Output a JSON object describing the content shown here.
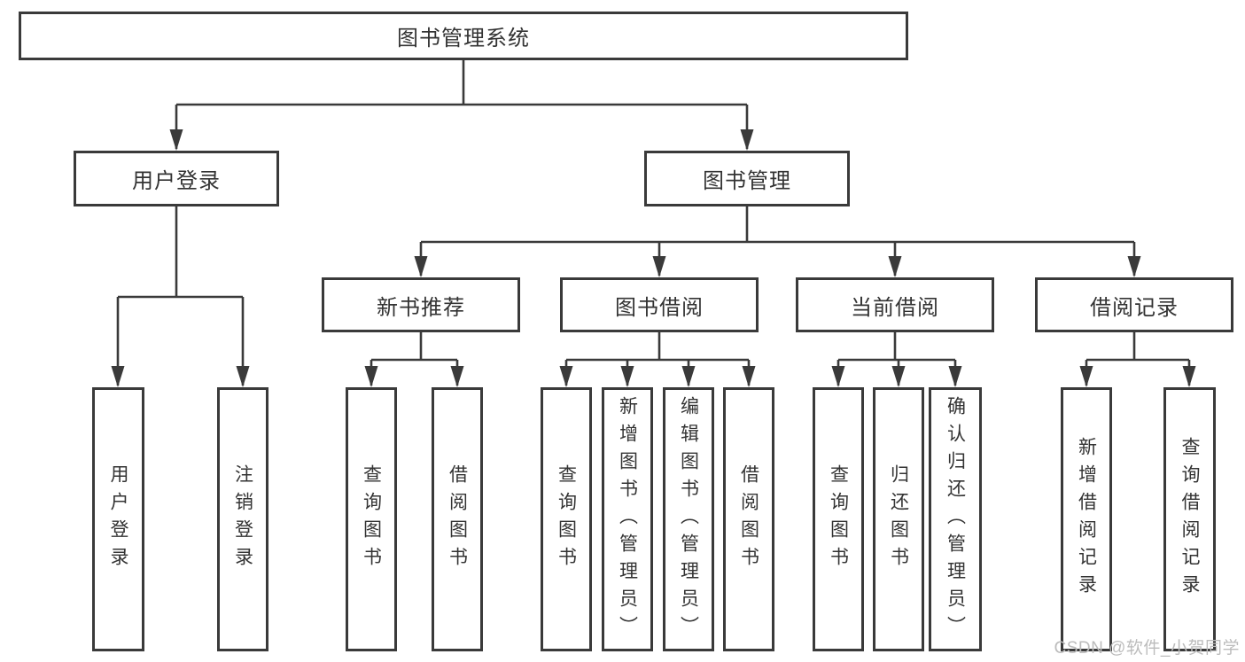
{
  "nodes": {
    "root": {
      "label": "图书管理系统"
    },
    "user_login": {
      "label": "用户登录"
    },
    "book_management": {
      "label": "图书管理"
    },
    "leaf_user_login": {
      "label": "用户登录"
    },
    "leaf_logout": {
      "label": "注销登录"
    },
    "new_book_recommend": {
      "label": "新书推荐"
    },
    "book_borrowing": {
      "label": "图书借阅"
    },
    "current_borrowing": {
      "label": "当前借阅"
    },
    "borrowing_records": {
      "label": "借阅记录"
    },
    "nbr_query_books": {
      "label": "查询图书"
    },
    "nbr_borrow_books": {
      "label": "借阅图书"
    },
    "bb_query_books": {
      "label": "查询图书"
    },
    "bb_add_books_admin": {
      "label": "新增图书（管理员）"
    },
    "bb_edit_books_admin": {
      "label": "编辑图书（管理员）"
    },
    "bb_borrow_books": {
      "label": "借阅图书"
    },
    "cb_query_books": {
      "label": "查询图书"
    },
    "cb_return_books": {
      "label": "归还图书"
    },
    "cb_confirm_return_admin": {
      "label": "确认归还（管理员）"
    },
    "br_add_record": {
      "label": "新增借阅记录"
    },
    "br_query_record": {
      "label": "查询借阅记录"
    }
  },
  "watermark": {
    "text": "CSDN @软件_小贺同学"
  },
  "colors": {
    "line": "#3a3a3a",
    "text": "#333333",
    "watermark": "#bcbcbc",
    "background": "#ffffff"
  }
}
